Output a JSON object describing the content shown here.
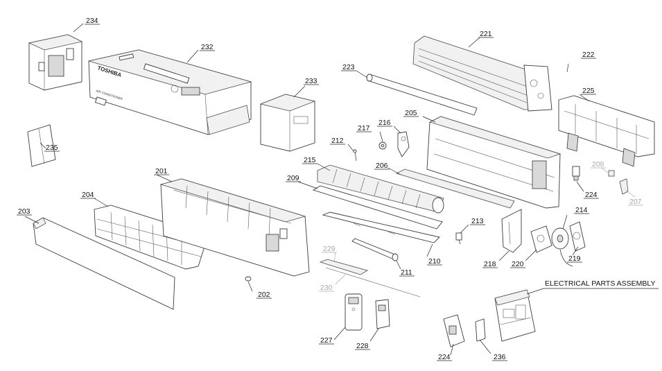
{
  "assembly_title": "ELECTRICAL PARTS ASSEMBLY",
  "brand_text": "TOSHIBA",
  "box_text": "AIR CONDITIONER",
  "labels": {
    "p201": "201",
    "p202": "202",
    "p203": "203",
    "p204": "204",
    "p205": "205",
    "p206": "206",
    "p207": "207",
    "p208": "208",
    "p209": "209",
    "p210": "210",
    "p211": "211",
    "p212": "212",
    "p213": "213",
    "p214": "214",
    "p215": "215",
    "p216": "216",
    "p217": "217",
    "p218": "218",
    "p219": "219",
    "p220": "220",
    "p221": "221",
    "p222": "222",
    "p223": "223",
    "p224a": "224",
    "p224b": "224",
    "p225": "225",
    "p227": "227",
    "p228": "228",
    "p229": "229",
    "p230": "230",
    "p232": "232",
    "p233": "233",
    "p234": "234",
    "p235": "235",
    "p236": "236"
  },
  "colors": {
    "line": "#3a3a3a",
    "label_optional": "#a9a9a9"
  }
}
